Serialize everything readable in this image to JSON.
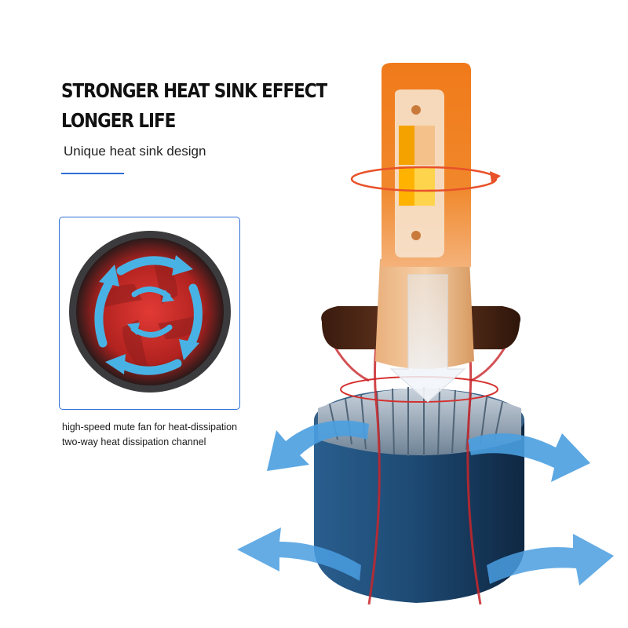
{
  "heading": {
    "line1": "STRONGER HEAT SINK EFFECT",
    "line2": "LONGER LIFE",
    "subtitle": "Unique heat sink design"
  },
  "inset": {
    "caption_line1": "high-speed mute fan for heat-dissipation",
    "caption_line2": "two-way heat dissipation channel"
  },
  "colors": {
    "accent_blue": "#2f6fd6",
    "airflow_blue": "#4a9ee0",
    "heat_red": "#c8262a",
    "bulb_orange": "#f07a1a",
    "base_navy": "#1b3e63"
  },
  "icons": [
    "fan-icon",
    "airflow-arrow-icon",
    "led-bulb-icon"
  ]
}
